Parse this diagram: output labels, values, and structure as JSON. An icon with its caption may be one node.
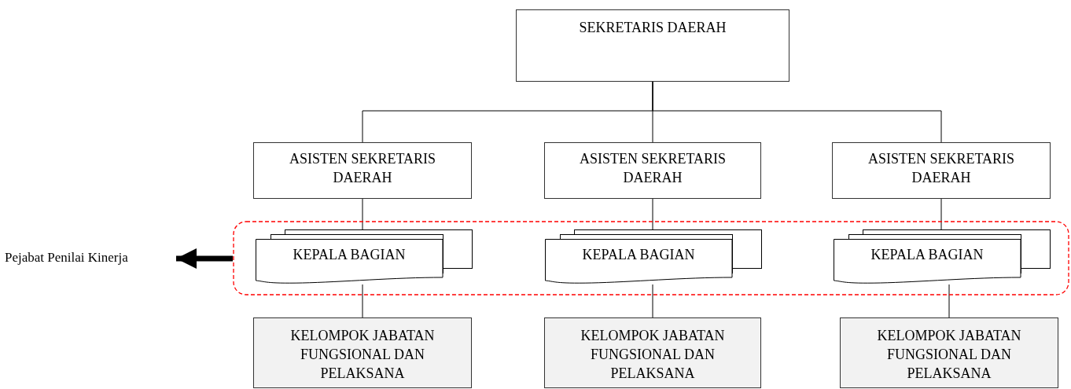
{
  "diagram": {
    "nodes": [
      {
        "text": [
          "SEKRETARIS DAERAH"
        ]
      },
      {
        "text": [
          "ASISTEN SEKRETARIS DAERAH"
        ]
      },
      {
        "text": [
          "ASISTEN SEKRETARIS DAERAH"
        ]
      },
      {
        "text": [
          "ASISTEN SEKRETARIS DAERAH"
        ]
      },
      {
        "text": [
          "Pejabat Penilai Kinerja"
        ]
      },
      {
        "text": [],
        "shape": "box"
      },
      {
        "text": [
          "KEPALA BAGIAN"
        ],
        "in": 5
      },
      {
        "text": [
          "KEPALA BAGIAN"
        ],
        "in": 5
      },
      {
        "text": [
          "KEPALA BAGIAN"
        ],
        "in": 5
      },
      {
        "text": [
          "KELOMPOK JABATAN FUNGSIONAL DAN PELAKSANA"
        ]
      },
      {
        "text": [
          "KELOMPOK JABATAN FUNGSIONAL DAN PELAKSANA"
        ]
      },
      {
        "text": [
          "KELOMPOK JABATAN FUNGSIONAL DAN PELAKSANA"
        ]
      }
    ],
    "edges": [
      {
        "from": 0,
        "to": 1,
        "arrow": "none"
      },
      {
        "from": 0,
        "to": 2,
        "arrow": "none"
      },
      {
        "from": 0,
        "to": 3,
        "arrow": "none"
      },
      {
        "from": 1,
        "to": 6,
        "arrow": "none"
      },
      {
        "from": 2,
        "to": 7,
        "arrow": "none"
      },
      {
        "from": 3,
        "to": 8,
        "arrow": "none"
      },
      {
        "from": 6,
        "to": 9,
        "arrow": "none"
      },
      {
        "from": 7,
        "to": 10,
        "arrow": "none"
      },
      {
        "from": 8,
        "to": 11,
        "arrow": "none"
      },
      {
        "from": 5,
        "to": 4,
        "arrow": "to",
        "style": "thick"
      }
    ]
  }
}
